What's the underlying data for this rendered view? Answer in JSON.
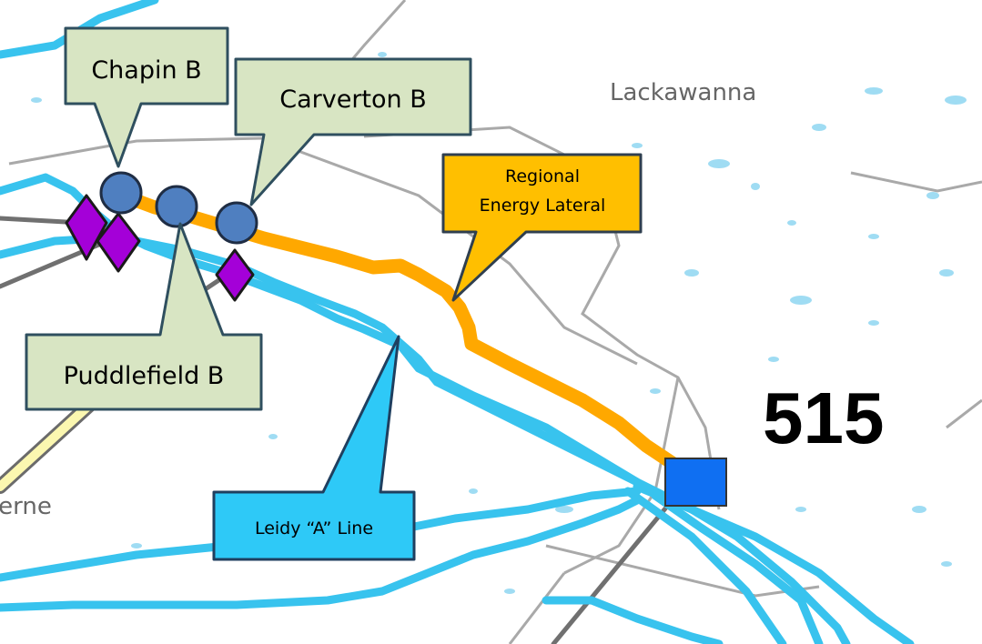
{
  "map": {
    "region_labels": {
      "county_north": "Lackawanna",
      "county_south": "Luzerne"
    },
    "route_shield": "515",
    "colors": {
      "leidy_line": "#38c3ee",
      "regional_lateral": "#ffa800",
      "county_border": "#a9a9a9",
      "water": "#9fdcf3",
      "station_node": "#4f7fc0",
      "meter_site": "#a400d8",
      "compressor": "#0f6ff2",
      "callout_green": "#d8e5c3",
      "callout_orange": "#ffbf00",
      "callout_blue": "#2ec9f7"
    },
    "callouts": {
      "chapin": "Chapin B",
      "carverton": "Carverton B",
      "puddlefield": "Puddlefield B",
      "lateral_line1": "Regional",
      "lateral_line2": "Energy Lateral",
      "leidy": "Leidy “A” Line"
    }
  }
}
